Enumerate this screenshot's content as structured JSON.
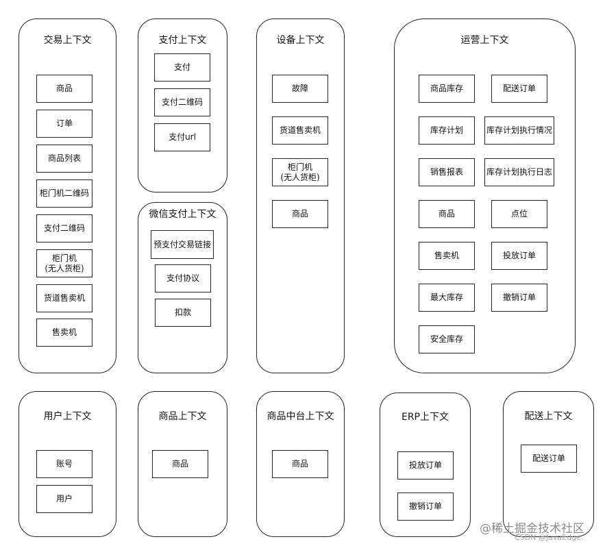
{
  "contexts": {
    "trade": {
      "title": "交易上下文",
      "items": [
        "商品",
        "订单",
        "商品列表",
        "柜门机二维码",
        "支付二维码",
        "柜门机\n(无人货柜)",
        "货道售卖机",
        "售卖机"
      ]
    },
    "pay": {
      "title": "支付上下文",
      "items": [
        "支付",
        "支付二维码",
        "支付url"
      ]
    },
    "wechat": {
      "title": "微信支付上下文",
      "items": [
        "预支付交易链接",
        "支付协议",
        "扣款"
      ]
    },
    "device": {
      "title": "设备上下文",
      "items": [
        "故障",
        "货道售卖机",
        "柜门机\n(无人货柜)",
        "商品"
      ]
    },
    "ops": {
      "title": "运营上下文",
      "items": [
        "商品库存",
        "配送订单",
        "库存计划",
        "库存计划执行情况",
        "销售报表",
        "库存计划执行日志",
        "商品",
        "点位",
        "售卖机",
        "投放订单",
        "最大库存",
        "撤销订单",
        "安全库存"
      ]
    },
    "user": {
      "title": "用户上下文",
      "items": [
        "账号",
        "用户"
      ]
    },
    "goods": {
      "title": "商品上下文",
      "items": [
        "商品"
      ]
    },
    "midplatform": {
      "title": "商品中台上下文",
      "items": [
        "商品"
      ]
    },
    "erp": {
      "title": "ERP上下文",
      "items": [
        "投放订单",
        "撤销订单"
      ]
    },
    "delivery": {
      "title": "配送上下文",
      "items": [
        "配送订单"
      ]
    }
  },
  "watermark": {
    "line1": "@稀土掘金技术社区",
    "line2": "CSDN @JavaEdge."
  }
}
